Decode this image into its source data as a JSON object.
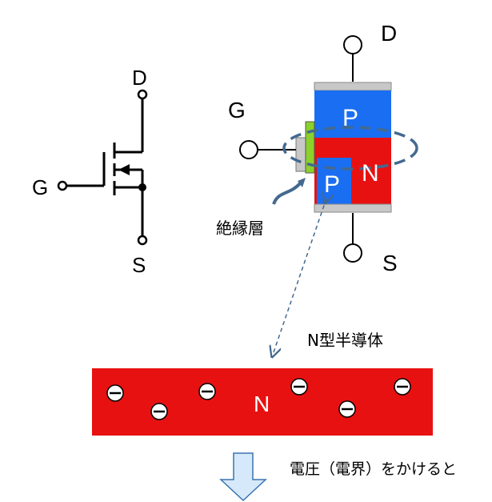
{
  "symbol": {
    "drain_label": "D",
    "gate_label": "G",
    "source_label": "S"
  },
  "structure": {
    "drain_label": "D",
    "gate_label": "G",
    "source_label": "S",
    "p_top_label": "P",
    "p_bottom_label": "P",
    "n_label": "N",
    "insulator_label": "絶縁層"
  },
  "zoom": {
    "caption": "N型半導体",
    "n_label": "N"
  },
  "arrow": {
    "caption": "電圧（電界）をかけると"
  },
  "colors": {
    "p_region": "#1a6ef2",
    "n_region": "#e81111",
    "insulator": "#8bd12a",
    "metal": "#c8c8c8",
    "dashed": "#44698f",
    "arrow_fill": "#d6e9fb",
    "arrow_stroke": "#3a74b0"
  }
}
